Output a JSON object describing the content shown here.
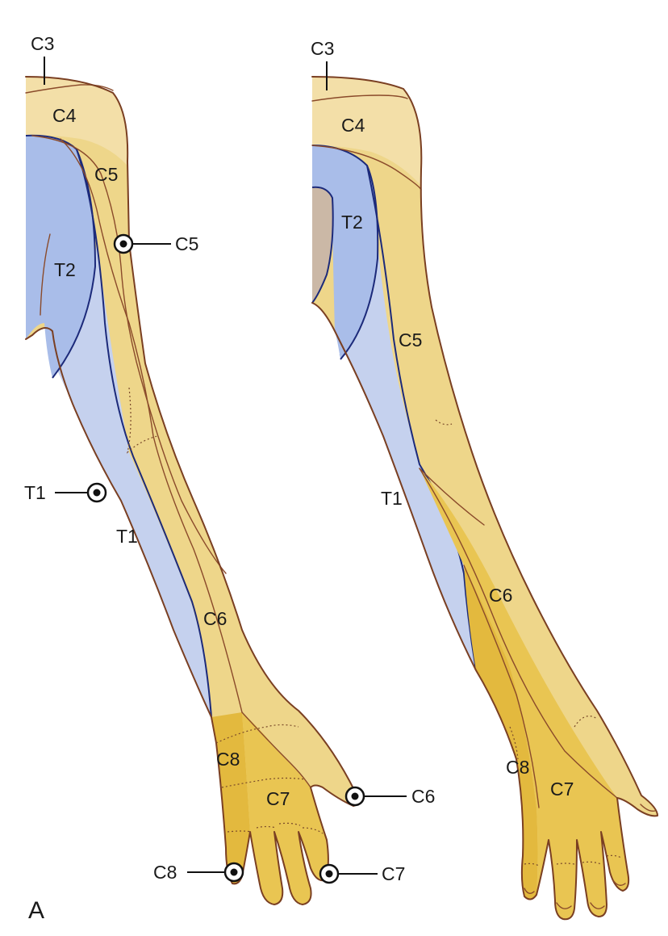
{
  "panel_letter": "A",
  "colors": {
    "c3_c4": "#f3dfa8",
    "c5_c6": "#eed68a",
    "c7": "#e9c552",
    "c8": "#e3b93e",
    "t1": "#c5d1ee",
    "t2": "#a9bde9",
    "torso": "#cbb8a6",
    "outline": "#7a3f22",
    "boundary_t": "#1c2a7a"
  },
  "left_arm": {
    "labels": {
      "c3": "C3",
      "c4": "C4",
      "c5": "C5",
      "t2": "T2",
      "t1": "T1",
      "c6": "C6",
      "c8": "C8",
      "c7": "C7"
    },
    "test_points": {
      "c5": "C5",
      "t1": "T1",
      "c6": "C6",
      "c8": "C8",
      "c7": "C7"
    }
  },
  "right_arm": {
    "labels": {
      "c3": "C3",
      "c4": "C4",
      "t2": "T2",
      "c5": "C5",
      "t1": "T1",
      "c6": "C6",
      "c8": "C8",
      "c7": "C7"
    }
  },
  "icons": {
    "test_point": "bullseye-icon"
  }
}
